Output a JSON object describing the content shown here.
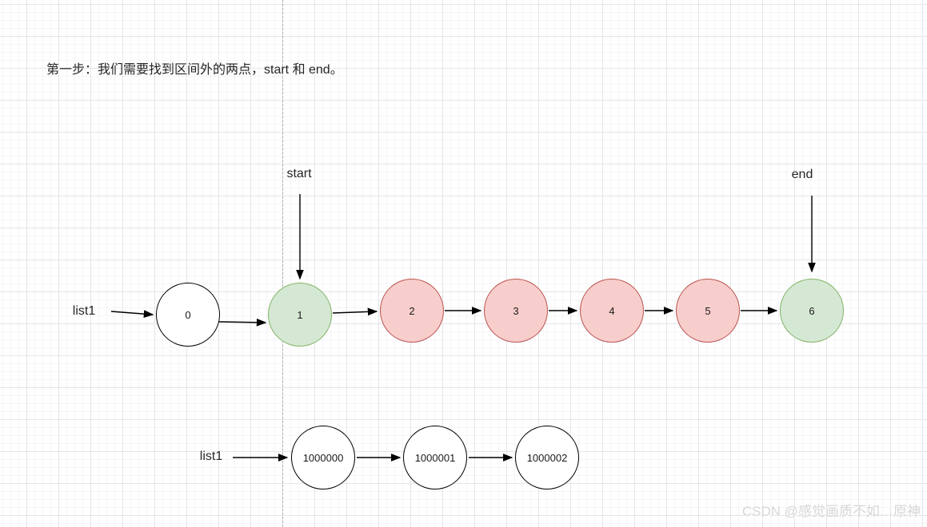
{
  "page": {
    "title": "第一步：我们需要找到区间外的两点，start 和 end。",
    "watermark": "CSDN @感觉画质不如…原神"
  },
  "pointers": {
    "list1_top": "list1",
    "start": "start",
    "end": "end",
    "list1_bottom": "list1"
  },
  "top_list": {
    "nodes": [
      {
        "value": "0",
        "color": "white"
      },
      {
        "value": "1",
        "color": "green"
      },
      {
        "value": "2",
        "color": "red"
      },
      {
        "value": "3",
        "color": "red"
      },
      {
        "value": "4",
        "color": "red"
      },
      {
        "value": "5",
        "color": "red"
      },
      {
        "value": "6",
        "color": "green"
      }
    ]
  },
  "bottom_list": {
    "nodes": [
      {
        "value": "1000000",
        "color": "white"
      },
      {
        "value": "1000001",
        "color": "white"
      },
      {
        "value": "1000002",
        "color": "white"
      }
    ]
  },
  "colors": {
    "green_fill": "#d5e8d4",
    "green_border": "#82b366",
    "red_fill": "#f8cecc",
    "red_border": "#b85450",
    "white_fill": "#ffffff",
    "white_border": "#000000",
    "arrow": "#000000",
    "grid_major": "#e5e5e8",
    "grid_minor": "#f5f5f8",
    "page_break_line": "#b0b0b0",
    "watermark_text": "#d6d6d6"
  }
}
